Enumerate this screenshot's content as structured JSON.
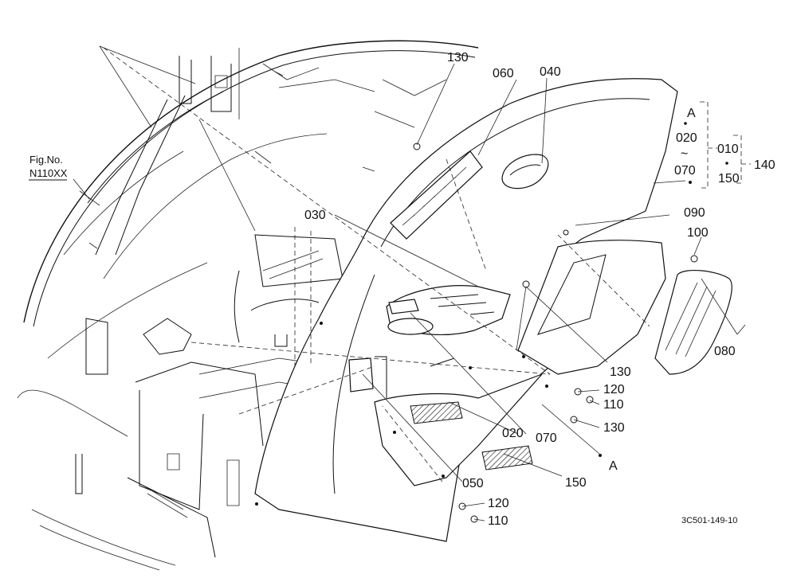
{
  "figure_ref": {
    "label": "Fig.No.",
    "number": "N110XX"
  },
  "callouts": {
    "c010": "010",
    "c020_a": "020",
    "c020_b": "020",
    "c030": "030",
    "c040": "040",
    "c050": "050",
    "c060": "060",
    "c070_a": "070",
    "c070_b": "070",
    "c080": "080",
    "c090": "090",
    "c100": "100",
    "c110_a": "110",
    "c110_b": "110",
    "c120_a": "120",
    "c120_b": "120",
    "c130_a": "130",
    "c130_b": "130",
    "c130_c": "130",
    "c140": "140",
    "c150_a": "150",
    "c150_b": "150",
    "point_a_top": "A",
    "point_a_bottom": "A",
    "range_mark": "~"
  },
  "drawing_id": "3C501-149-10"
}
